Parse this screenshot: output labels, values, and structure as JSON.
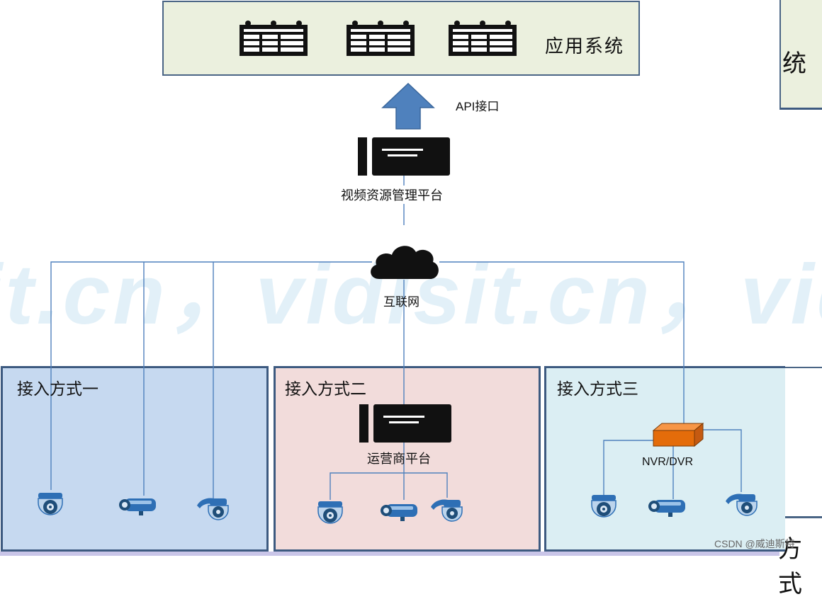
{
  "app_system": {
    "label": "应用系统"
  },
  "api": {
    "label": "API接口"
  },
  "platform": {
    "label": "视频资源管理平台"
  },
  "internet": {
    "label": "互联网"
  },
  "access_modes": [
    {
      "label": "接入方式一"
    },
    {
      "label": "接入方式二",
      "platform_label": "运营商平台"
    },
    {
      "label": "接入方式三",
      "device_label": "NVR/DVR"
    }
  ],
  "edge": {
    "right_top": "统",
    "right_bottom": "方式"
  },
  "watermark": {
    "text": "it.cn，vidisit.cn，vidi",
    "credit": "CSDN @威迪斯特"
  },
  "colors": {
    "arrow": "#4f81bd",
    "line": "#4f81bd",
    "nvr": "#e46c0a",
    "camera": "#2e6fb5"
  }
}
